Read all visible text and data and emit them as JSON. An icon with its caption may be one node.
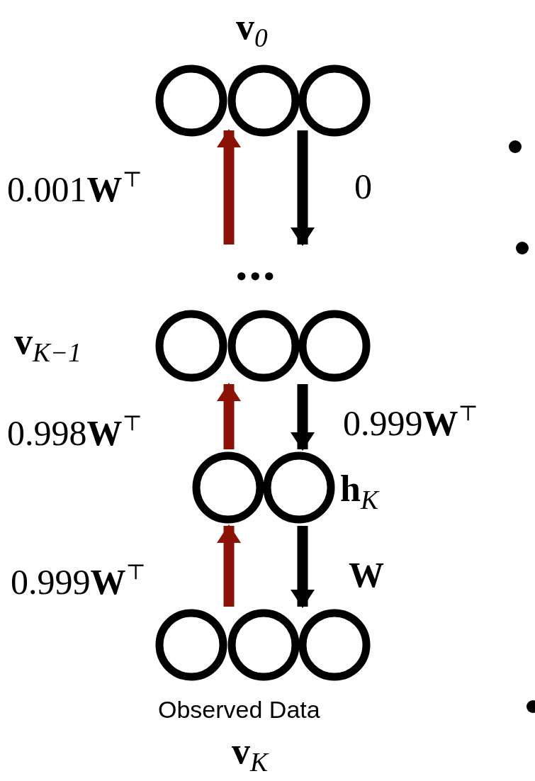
{
  "diagram": {
    "nodes": [
      {
        "text": [
          "**v**$_{0}$"
        ]
      },
      {
        "text": [
          "..."
        ]
      },
      {
        "text": [
          "**v**$_{K−1}$"
        ]
      },
      {
        "text": [
          "**h**$_{K}$"
        ]
      },
      {
        "text": [
          "Observed Data",
          "**v**$_{K}$"
        ]
      }
    ],
    "edges": [
      {
        "from": 1,
        "to": 0,
        "arrow": "to",
        "color": "#8b1206",
        "label": "0.001**W**$^{⊤}$"
      },
      {
        "from": 0,
        "to": 1,
        "arrow": "to",
        "color": "#000000",
        "label": "0"
      },
      {
        "from": 3,
        "to": 2,
        "arrow": "to",
        "color": "#8b1206",
        "label": "0.998**W**$^{⊤}$"
      },
      {
        "from": 2,
        "to": 3,
        "arrow": "to",
        "color": "#000000",
        "label": "0.999**W**$^{⊤}$"
      },
      {
        "from": 4,
        "to": 3,
        "arrow": "to",
        "color": "#8b1206",
        "label": "0.999**W**$^{⊤}$"
      },
      {
        "from": 3,
        "to": 4,
        "arrow": "to",
        "color": "#000000",
        "label": "**W**"
      }
    ]
  }
}
